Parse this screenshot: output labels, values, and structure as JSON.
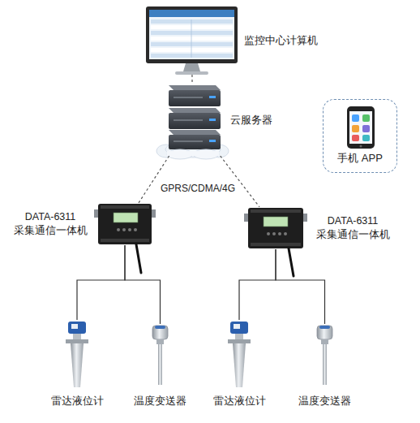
{
  "diagram": {
    "nodes": [
      {
        "text": [
          "监控中心计算机"
        ]
      },
      {
        "text": [
          "云服务器"
        ]
      },
      {
        "text": [
          "手机 APP"
        ]
      },
      {
        "text": [
          "DATA-6311 采集通信一体机"
        ]
      },
      {
        "text": [
          "DATA-6311 采集通信一体机"
        ]
      },
      {
        "text": [
          "雷达液位计"
        ]
      },
      {
        "text": [
          "温度变送器"
        ]
      },
      {
        "text": [
          "雷达液位计"
        ]
      },
      {
        "text": [
          "温度变送器"
        ]
      }
    ],
    "edges": [
      {
        "from": 0,
        "to": 1,
        "arrow": "none"
      },
      {
        "from": 1,
        "to": 3,
        "arrow": "none"
      },
      {
        "from": 1,
        "to": 4,
        "arrow": "none"
      },
      {
        "from": 3,
        "to": 5,
        "arrow": "none"
      },
      {
        "from": 3,
        "to": 6,
        "arrow": "none"
      },
      {
        "from": 4,
        "to": 7,
        "arrow": "none"
      },
      {
        "from": 4,
        "to": 8,
        "arrow": "none"
      }
    ],
    "labels": [
      "GPRS/CDMA/4G"
    ]
  }
}
